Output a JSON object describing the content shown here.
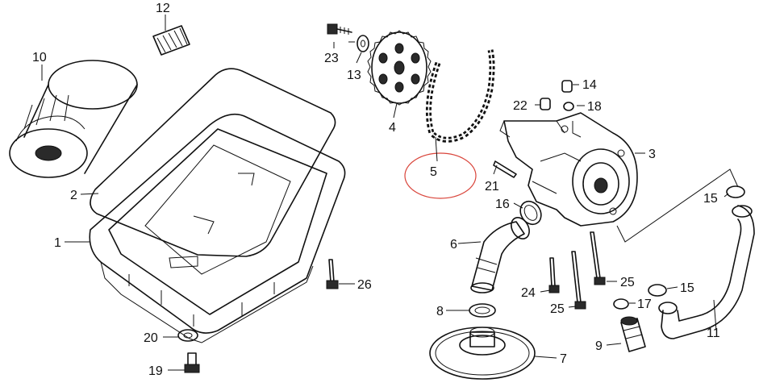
{
  "diagram": {
    "labels": {
      "p1": "1",
      "p2": "2",
      "p3": "3",
      "p4": "4",
      "p5": "5",
      "p6": "6",
      "p7": "7",
      "p8": "8",
      "p9": "9",
      "p10": "10",
      "p11": "11",
      "p12": "12",
      "p13": "13",
      "p14": "14",
      "p15a": "15",
      "p15b": "15",
      "p16": "16",
      "p17": "17",
      "p18": "18",
      "p19": "19",
      "p20": "20",
      "p21": "21",
      "p22": "22",
      "p23": "23",
      "p24": "24",
      "p25a": "25",
      "p25b": "25",
      "p26": "26"
    },
    "highlight_color": "#d9443a",
    "line_color": "#111111"
  }
}
